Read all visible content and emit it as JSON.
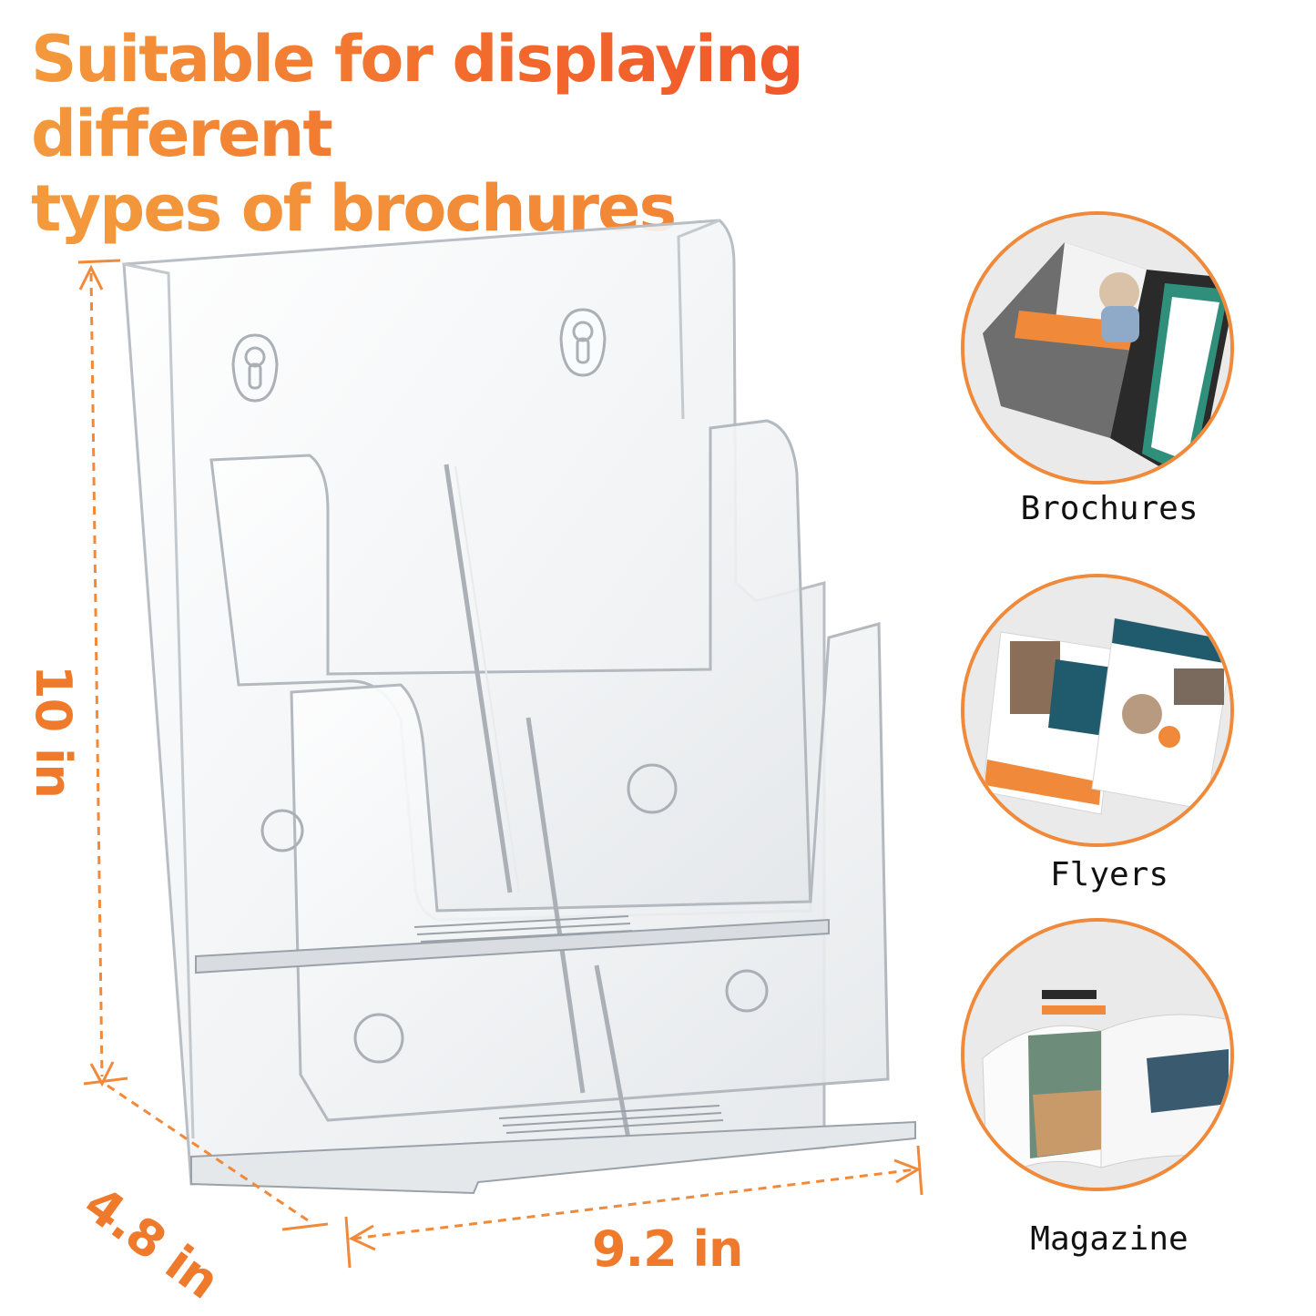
{
  "headline": {
    "line1": "Suitable for displaying different",
    "line2": "types of brochures"
  },
  "dimensions": {
    "height": "10 in",
    "depth": "4.8 in",
    "width": "9.2 in"
  },
  "product": {
    "icon": "acrylic-brochure-holder"
  },
  "examples": [
    {
      "label": "Brochures",
      "icon": "trifold-brochure"
    },
    {
      "label": "Flyers",
      "icon": "flyer-pair"
    },
    {
      "label": "Magazine",
      "icon": "open-magazine"
    }
  ],
  "colors": {
    "accent": "#f26a2c",
    "accent_light": "#f39a3c",
    "ring": "#f08a3a",
    "text": "#111111"
  }
}
